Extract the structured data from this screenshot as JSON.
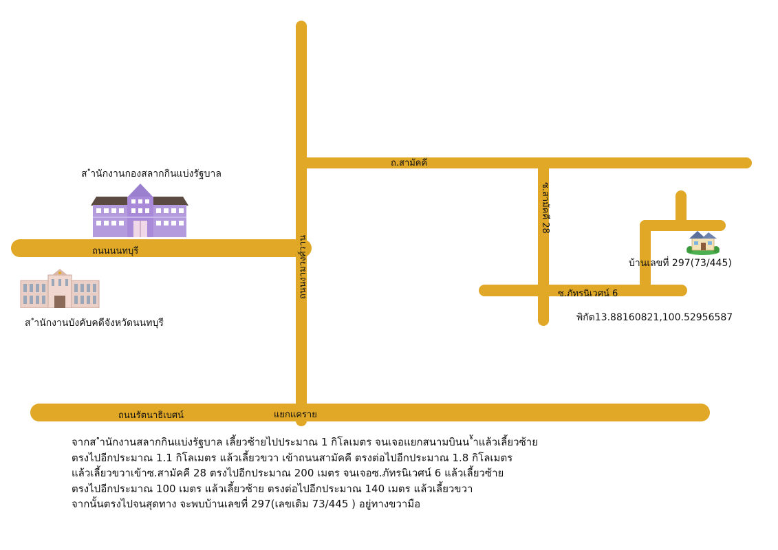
{
  "map": {
    "roads": {
      "ngam_wong_wan": "ถนนงามวงศ์วาน",
      "samakkhi": "ถ.สามัคคี",
      "nonthaburi": "ถนนนนทบุรี",
      "rattanathibet": "ถนนรัตนาธิเบศน์",
      "soi_samakkhi_28": "ซ.สามัคคี 28",
      "soi_phatranivet_6": "ซ.ภัทรนิเวศน์ 6"
    },
    "landmarks": {
      "lottery_office": "ส ำนักงานกองสลากกินแบ่งรัฐบาล",
      "enforcement_office": "ส ำนักงานบังคับคดีจังหวัดนนทบุรี",
      "intersection": "แยกแคราย",
      "house": "บ้านเลขที่ 297(73/445)",
      "coordinates": "พิกัด13.88160821,100.52956587"
    },
    "colors": {
      "road": "#E0A826",
      "lottery_building": "#B39BDD",
      "roof": "#5a4a42",
      "enforcement_building": "#e8c8c0"
    }
  },
  "directions": {
    "lines": [
      "จากส ำนักงานสลากกินแบ่งรัฐบาล เลี้ยวซ้ายไปประมาณ 1 กิโลเมตร จนเจอแยกสนามบินน ้ำแล้วเลี้ยวซ้าย",
      "ตรงไปอีกประมาณ 1.1 กิโลเมตร แล้วเลี้ยวขวา เข้าถนนสามัคคี ตรงต่อไปอีกประมาณ 1.8 กิโลเมตร",
      "แล้วเลี้ยวขวาเข้าซ.สามัคคี 28 ตรงไปอีกประมาณ 200 เมตร จนเจอซ.ภัทรนิเวศน์ 6 แล้วเลี้ยวซ้าย",
      "ตรงไปอีกประมาณ 100 เมตร แล้วเลี้ยวซ้าย ตรงต่อไปอีกประมาณ 140 เมตร แล้วเลี้ยวขวา",
      "จากนั้นตรงไปจนสุดทาง จะพบบ้านเลขที่ 297(เลขเดิม 73/445 ) อยู่ทางขวามือ"
    ]
  }
}
